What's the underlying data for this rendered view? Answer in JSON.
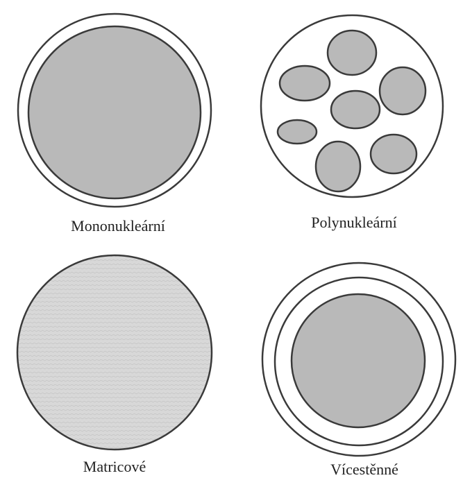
{
  "captions": {
    "mononuclear": "Mononukleární",
    "polynuclear": "Polynukleární",
    "matrix": "Matricové",
    "multilayer": "Vícestěnné"
  },
  "colors": {
    "outline": "#3a3a3a",
    "core_fill": "#b9b9b9",
    "matrix_fill": "#d6d6d6",
    "background": "#ffffff"
  }
}
